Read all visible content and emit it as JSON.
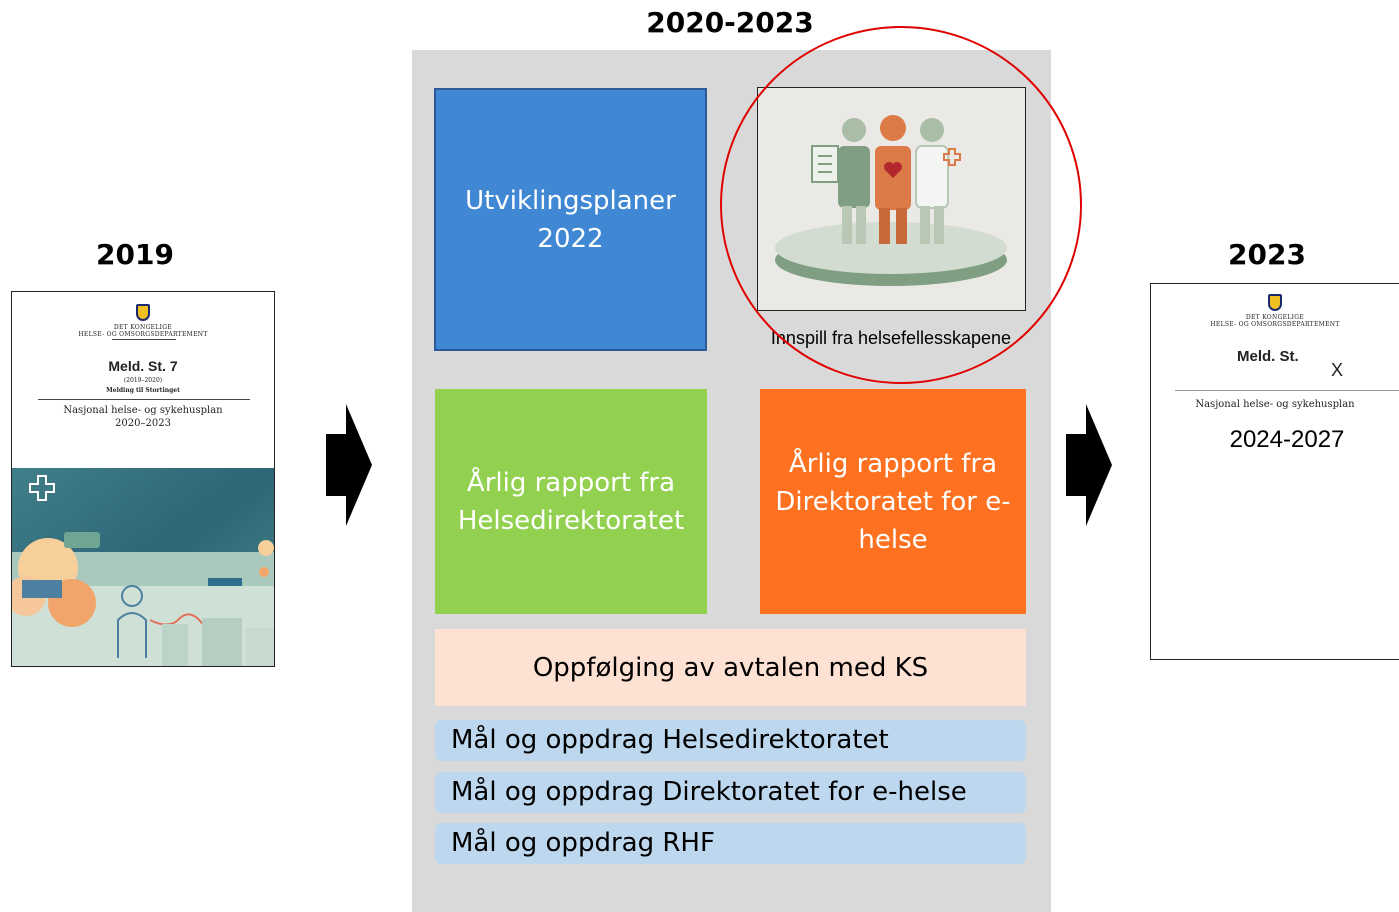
{
  "years": {
    "left": "2019",
    "center": "2020-2023",
    "right": "2023"
  },
  "left_cover": {
    "dept_line1": "DET KONGELIGE",
    "dept_line2": "HELSE- OG OMSORGSDEPARTEMENT",
    "title": "Meld. St. 7",
    "period": "(2019–2020)",
    "subtitle": "Melding til Stortinget",
    "plan_name": "Nasjonal helse- og sykehusplan",
    "plan_years": "2020–2023"
  },
  "right_cover": {
    "dept_line1": "DET KONGELIGE",
    "dept_line2": "HELSE- OG OMSORGSDEPARTEMENT",
    "title": "Meld. St.",
    "number": "X",
    "plan_name": "Nasjonal helse- og sykehusplan",
    "plan_years": "2024-2027"
  },
  "tiles": {
    "utviklingsplaner": "Utviklingsplaner\n2022",
    "helsefellesskap_caption": "Innspill fra helsefellesskapene",
    "helsedirektoratet": "Årlig rapport fra\nHelsedirektoratet",
    "ehelse": "Årlig rapport fra\nDirektoratet for e-\nhelse"
  },
  "bars": {
    "ks": "Oppfølging av avtalen med KS",
    "hdir": "Mål og oppdrag Helsedirektoratet",
    "ehelse": "Mål og oppdrag Direktoratet for e-helse",
    "rhf": "Mål og oppdrag RHF"
  },
  "colors": {
    "panel": "#d9d9d9",
    "blue_tile": "#4188d4",
    "green_tile": "#92d050",
    "orange_tile": "#fd7120",
    "peach_bar": "#fde1d3",
    "light_blue_bar": "#bdd7ee",
    "highlight_circle": "#e00000"
  },
  "icons": {
    "community_illustration": "three-people-on-platform-icon",
    "flow_arrows": "right-arrow-icon"
  }
}
